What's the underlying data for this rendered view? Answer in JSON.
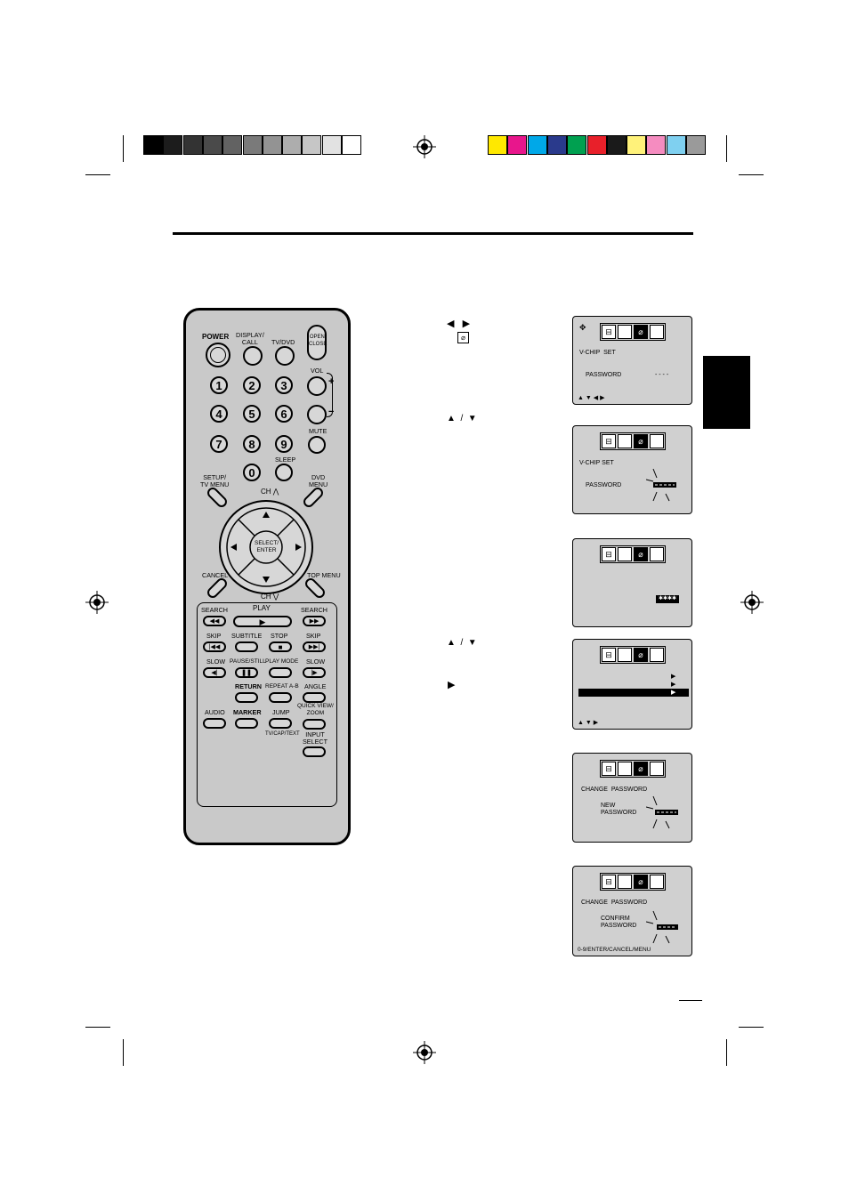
{
  "color_bar": {
    "grays": [
      "#000000",
      "#1c1c1c",
      "#333333",
      "#4a4a4a",
      "#626262",
      "#7a7a7a",
      "#939393",
      "#adadad",
      "#c6c6c6",
      "#e2e2e2",
      "#ffffff"
    ],
    "colors": [
      "#ffe800",
      "#e8168c",
      "#00a8e8",
      "#2a3a8c",
      "#00a050",
      "#e8202a",
      "#1a1a1a",
      "#fff27a",
      "#f58cc0",
      "#7fd0f0",
      "#9a9a9a"
    ]
  },
  "step_arrows": {
    "step1": "◀   ▶",
    "step2": "▲  /  ▼",
    "step4": "▲  /  ▼",
    "step4b": "▶"
  },
  "remote": {
    "power": "POWER",
    "display_call": "DISPLAY/\nCALL",
    "tv_dvd": "TV/DVD",
    "open_close": "OPEN/\nCLOSE",
    "vol": "VOL",
    "vol_plus": "+",
    "vol_minus": "−",
    "numbers": [
      "1",
      "2",
      "3",
      "4",
      "5",
      "6",
      "7",
      "8",
      "9",
      "0"
    ],
    "mute": "MUTE",
    "sleep": "SLEEP",
    "setup_tv_menu": "SETUP/\nTV MENU",
    "dvd_menu": "DVD\nMENU",
    "ch_up": "CH ⋀",
    "ch_down": "CH ⋁",
    "select_enter": "SELECT/\nENTER",
    "cancel": "CANCEL",
    "top_menu": "TOP MENU",
    "search": "SEARCH",
    "play": "PLAY",
    "skip": "SKIP",
    "subtitle": "SUBTITLE",
    "stop": "STOP",
    "slow": "SLOW",
    "pause_still": "PAUSE/STILL",
    "play_mode": "PLAY MODE",
    "return": "RETURN",
    "repeat_ab": "REPEAT A-B",
    "angle": "ANGLE",
    "audio": "AUDIO",
    "marker": "MARKER",
    "jump": "JUMP",
    "tv_cap_text": "TV/CAP/TEXT",
    "quick_view_zoom": "QUICK VIEW/\nZOOM",
    "input_select": "INPUT\nSELECT"
  },
  "screens": {
    "s1": {
      "title": "V-CHIP  SET",
      "label": "PASSWORD",
      "value": "- - - -",
      "nav": "▲ ▼ ◀ ▶"
    },
    "s2": {
      "title": "V-CHIP SET",
      "label": "PASSWORD"
    },
    "s4": {
      "nav": "▲ ▼ ▶"
    },
    "s5": {
      "title": "CHANGE  PASSWORD",
      "label": "NEW\nPASSWORD"
    },
    "s6": {
      "title": "CHANGE  PASSWORD",
      "label": "CONFIRM\nPASSWORD",
      "hint": "0-9/ENTER/CANCEL/MENU"
    }
  }
}
